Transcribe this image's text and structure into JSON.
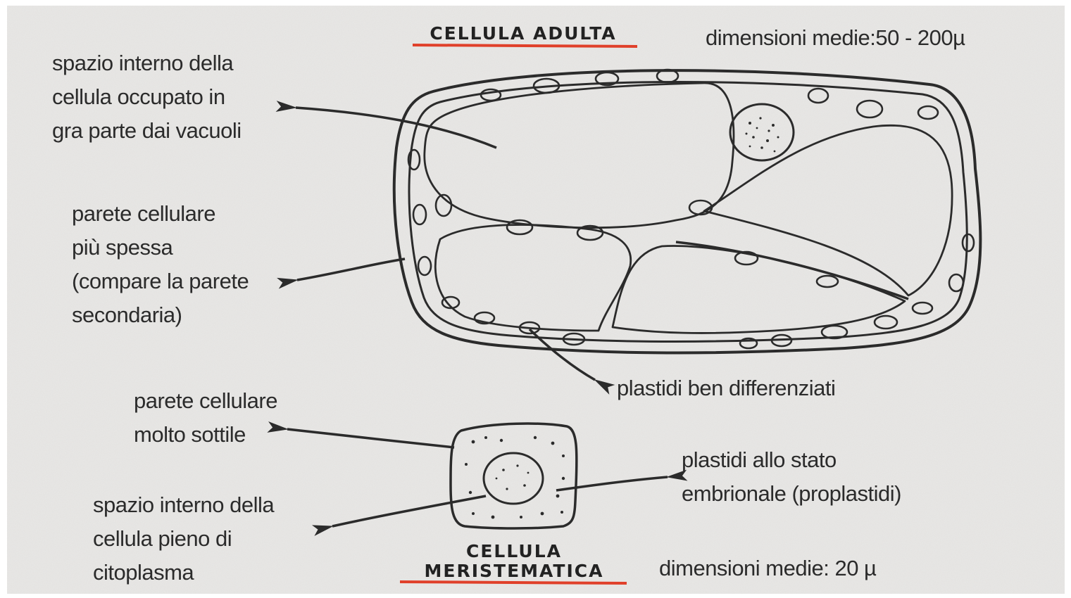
{
  "adult_cell": {
    "title": "CELLULA ADULTA",
    "dimensions": "dimensioni medie:50 - 200µ",
    "labels": {
      "vacuoles": "spazio interno della\ncellula occupato in\ngra parte dai vacuoli",
      "wall": "parete cellulare\npiù spessa\n(compare la parete\nsecondaria)",
      "plastids": "plastidi ben differenziati"
    }
  },
  "meristematic_cell": {
    "title_line1": "CELLULA",
    "title_line2": "MERISTEMATICA",
    "dimensions": "dimensioni medie: 20 µ",
    "labels": {
      "wall": "parete cellulare\nmolto sottile",
      "cytoplasm": "spazio interno della\ncellula pieno di\ncitoplasma",
      "proplastids": "plastidi allo stato\nembrionale (proplastidi)"
    }
  },
  "colors": {
    "underline": "#e0402a",
    "ink": "#2b2b2b",
    "paper": "#e9e8e6"
  }
}
